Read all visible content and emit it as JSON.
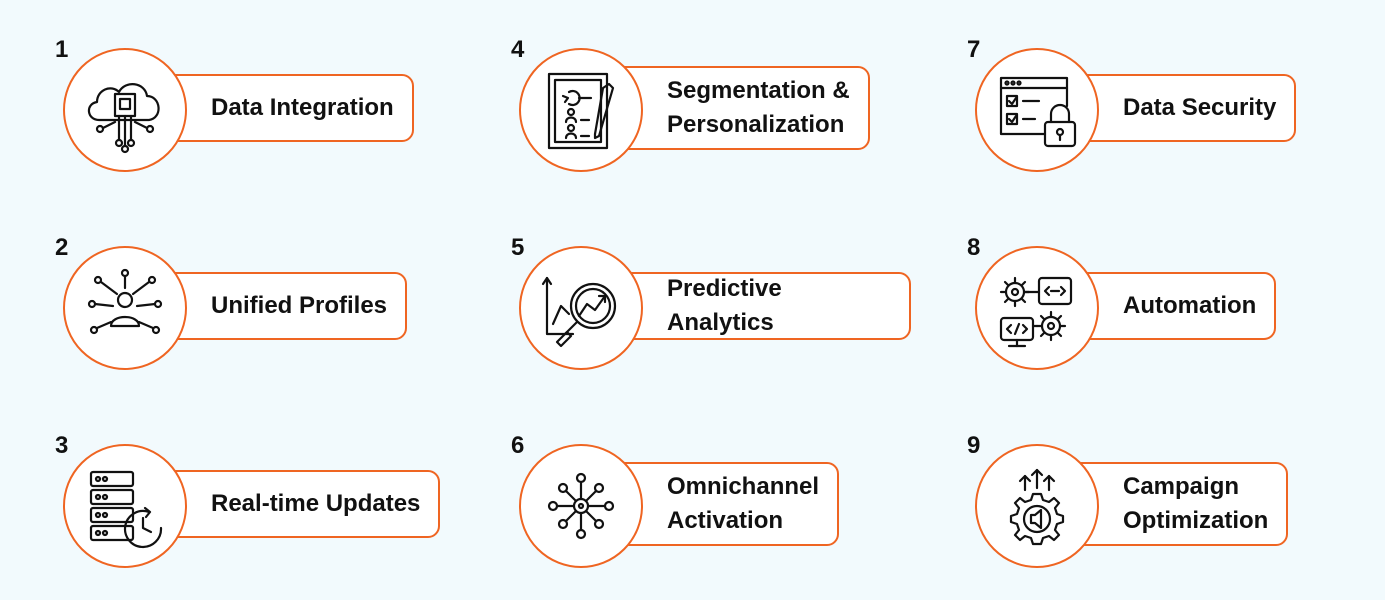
{
  "colors": {
    "accent": "#ef6522",
    "background": "#f2fafd",
    "text": "#111111"
  },
  "features": [
    {
      "number": "1",
      "label": "Data Integration",
      "icon": "cloud-chip-icon"
    },
    {
      "number": "2",
      "label": "Unified Profiles",
      "icon": "user-network-icon"
    },
    {
      "number": "3",
      "label": "Real-time Updates",
      "icon": "server-clock-icon"
    },
    {
      "number": "4",
      "label": "Segmentation &\nPersonalization",
      "icon": "clipboard-user-icon"
    },
    {
      "number": "5",
      "label": "Predictive Analytics",
      "icon": "magnifier-chart-icon"
    },
    {
      "number": "6",
      "label": "Omnichannel\nActivation",
      "icon": "hub-network-icon"
    },
    {
      "number": "7",
      "label": "Data Security",
      "icon": "browser-lock-icon"
    },
    {
      "number": "8",
      "label": "Automation",
      "icon": "gears-code-icon"
    },
    {
      "number": "9",
      "label": "Campaign\nOptimization",
      "icon": "gear-megaphone-icon"
    }
  ]
}
